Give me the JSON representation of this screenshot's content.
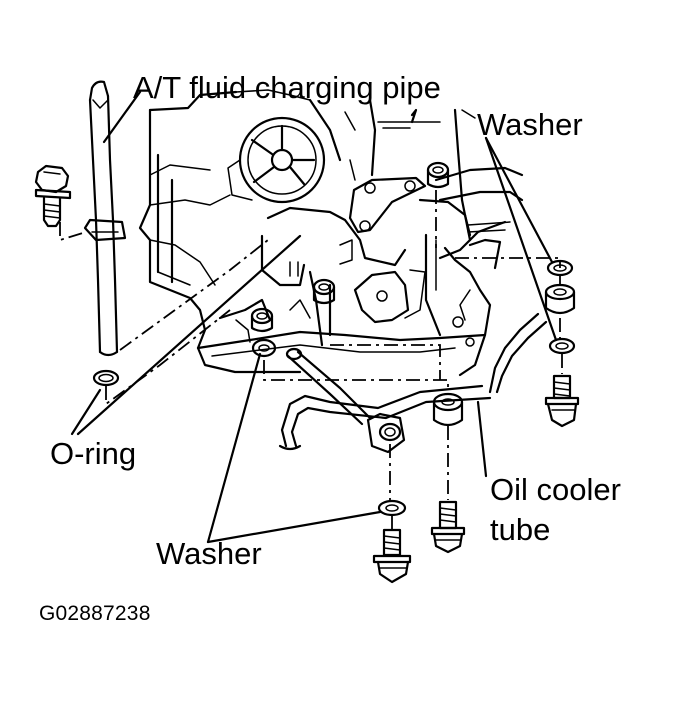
{
  "labels": {
    "fluid_pipe": "A/T fluid charging pipe",
    "washer_top": "Washer",
    "o_ring": "O-ring",
    "oil_cooler_line1": "Oil cooler",
    "oil_cooler_line2": "tube",
    "washer_bottom": "Washer",
    "figure_code": "G02887238"
  }
}
